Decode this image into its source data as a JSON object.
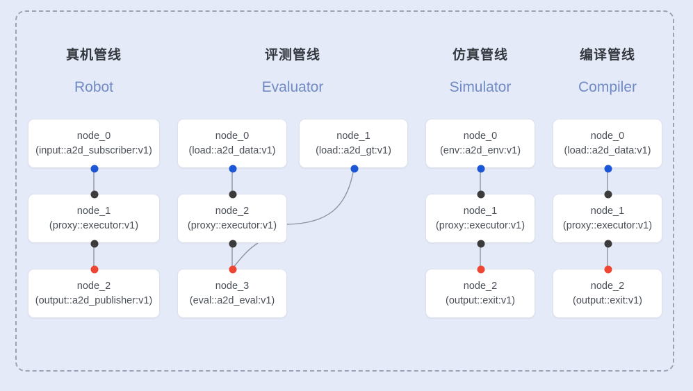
{
  "diagram": {
    "background_color": "#e5eaf8",
    "frame_border_color": "#9aa3b5",
    "port_colors": {
      "input_blue": "#1a56d6",
      "link_black": "#3b3b3b",
      "output_red": "#ef4533"
    },
    "edge_color": "#8c93a3"
  },
  "columns": [
    {
      "title_cn": "真机管线",
      "title_en": "Robot",
      "nodes": [
        {
          "name": "node_0",
          "type": "(input::a2d_subscriber:v1)"
        },
        {
          "name": "node_1",
          "type": "(proxy::executor:v1)"
        },
        {
          "name": "node_2",
          "type": "(output::a2d_publisher:v1)"
        }
      ]
    },
    {
      "title_cn": "评测管线",
      "title_en": "Evaluator",
      "nodes": [
        {
          "name": "node_0",
          "type": "(load::a2d_data:v1)"
        },
        {
          "name": "node_1",
          "type": "(load::a2d_gt:v1)"
        },
        {
          "name": "node_2",
          "type": "(proxy::executor:v1)"
        },
        {
          "name": "node_3",
          "type": "(eval::a2d_eval:v1)"
        }
      ]
    },
    {
      "title_cn": "仿真管线",
      "title_en": "Simulator",
      "nodes": [
        {
          "name": "node_0",
          "type": "(env::a2d_env:v1)"
        },
        {
          "name": "node_1",
          "type": "(proxy::executor:v1)"
        },
        {
          "name": "node_2",
          "type": "(output::exit:v1)"
        }
      ]
    },
    {
      "title_cn": "编译管线",
      "title_en": "Compiler",
      "nodes": [
        {
          "name": "node_0",
          "type": "(load::a2d_data:v1)"
        },
        {
          "name": "node_1",
          "type": "(proxy::executor:v1)"
        },
        {
          "name": "node_2",
          "type": "(output::exit:v1)"
        }
      ]
    }
  ]
}
